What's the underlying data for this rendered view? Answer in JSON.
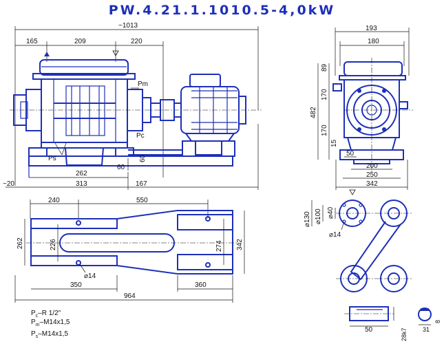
{
  "title": "PW.4.21.1.1010.5-4,0kW",
  "front_view": {
    "overall": "~1013",
    "d165": "165",
    "d209": "209",
    "d220": "220",
    "d262": "262",
    "d313": "313",
    "d167": "167",
    "d20": "~20",
    "d60a": "60",
    "d60b": "60",
    "pm": "Pm",
    "pc": "Pc",
    "ps": "Ps"
  },
  "side_view": {
    "d193": "193",
    "d180": "180",
    "d89": "89",
    "d170a": "170",
    "d482": "482",
    "d170b": "170",
    "d15": "15",
    "d50": "50",
    "d200": "200",
    "d250": "250",
    "d342": "342"
  },
  "base_plan": {
    "d240": "240",
    "d550": "550",
    "d262": "262",
    "d226": "226",
    "d274": "274",
    "d342": "342",
    "d14": "⌀14",
    "d350": "350",
    "d360": "360",
    "d964": "964"
  },
  "flange": {
    "d130": "⌀130",
    "d100": "⌀100",
    "d40": "⌀40",
    "d14": "⌀14"
  },
  "shaft": {
    "d50": "50",
    "d28": "28k7",
    "d31": "31",
    "d8": "8"
  },
  "legend": {
    "pc_main": "P",
    "pc_sub": "c",
    "pc_rest": "–R 1/2\"",
    "pm_main": "P",
    "pm_sub": "m",
    "pm_rest": "–M14x1,5",
    "ps_main": "P",
    "ps_sub": "s",
    "ps_rest": "–M14x1,5"
  },
  "colors": {
    "drawing": "#1d2fb8",
    "dimension": "#111111"
  }
}
